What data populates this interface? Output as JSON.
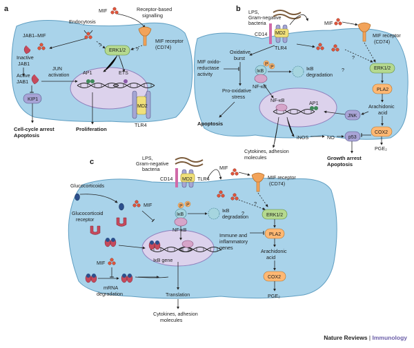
{
  "panels": {
    "a": {
      "letter": "a",
      "labels": {
        "mif": "MIF",
        "receptor_signalling_1": "Receptor-based",
        "receptor_signalling_2": "signalling",
        "endocytosis": "Endocytosis",
        "jab1_mif": "JAB1–MIF",
        "inactive_jab1_1": "Inactive",
        "inactive_jab1_2": "JAB1",
        "active_jab1_1": "Active",
        "active_jab1_2": "JAB1",
        "jun_activation_1": "JUN",
        "jun_activation_2": "activation",
        "erk": "ERK1/2",
        "mif_receptor_1": "MIF receptor",
        "mif_receptor_2": "(CD74)",
        "ap1": "AP1",
        "ets": "ETS",
        "kip1": "KIP1",
        "md2": "MD2",
        "tlr4": "TLR4",
        "q1": "?",
        "q2": "?",
        "outcome1_1": "Cell-cycle arrest",
        "outcome1_2": "Apoptosis",
        "outcome2": "Proliferation"
      }
    },
    "b": {
      "letter": "b",
      "labels": {
        "lps_1": "LPS,",
        "lps_2": "Gram-negative",
        "lps_3": "bacteria",
        "cd14": "CD14",
        "md2": "MD2",
        "tlr4": "TLR4",
        "mif": "MIF",
        "mif_receptor_1": "MIF receptor",
        "mif_receptor_2": "(CD74)",
        "oxidative_1": "Oxidative",
        "oxidative_2": "burst",
        "oxido_1": "MIF oxido-",
        "oxido_2": "reductase",
        "oxido_3": "activity",
        "proox_1": "Pro-oxidative",
        "proox_2": "stress",
        "ikb": "IκB",
        "nfkb": "NF-κB",
        "ikb_deg_1": "IκB",
        "ikb_deg_2": "degradation",
        "nfkb_nuc": "NF-κB",
        "ap1": "AP1",
        "erk": "ERK1/2",
        "pla2": "PLA2",
        "arach_1": "Arachidonic",
        "arach_2": "acid",
        "jnk": "JNK",
        "inos": "iNOS",
        "no": "NO",
        "p53": "p53",
        "cox2": "COX2",
        "p_1": "P",
        "p_2": "P",
        "q1": "?",
        "q2": "?",
        "apoptosis": "Apoptosis",
        "cytokines_1": "Cytokines, adhesion",
        "cytokines_2": "molecules",
        "growth_1": "Growth arrest",
        "growth_2": "Apoptosis",
        "pge2": "PGE₂"
      }
    },
    "c": {
      "letter": "c",
      "labels": {
        "lps_1": "LPS,",
        "lps_2": "Gram-negative",
        "lps_3": "bacteria",
        "cd14": "CD14",
        "md2": "MD2",
        "tlr4": "TLR4",
        "mif_top": "MIF",
        "mif_receptor_1": "MIF receptor",
        "mif_receptor_2": "(CD74)",
        "glucocorticoids": "Glucocorticoids",
        "gc_receptor_1": "Glucocorticoid",
        "gc_receptor_2": "receptor",
        "mif_mid": "MIF",
        "ikb": "IκB",
        "nfkb": "NF-κB",
        "ikb_deg_1": "IκB",
        "ikb_deg_2": "degradation",
        "erk": "ERK1/2",
        "pla2": "PLA2",
        "arach_1": "Arachidonic",
        "arach_2": "acid",
        "cox2": "COX2",
        "ikb_gene": "IκB gene",
        "immune_1": "Immune and",
        "immune_2": "inflammatory",
        "immune_3": "genes",
        "mif_low": "MIF",
        "mrna_1": "mRNA",
        "mrna_2": "degradation",
        "translation": "Translation",
        "cytokines_1": "Cytokines, adhesion",
        "cytokines_2": "molecules",
        "p_1": "P",
        "p_2": "P",
        "q1": "?",
        "q2": "?",
        "pge2": "PGE₂"
      }
    }
  },
  "footer": {
    "journal": "Nature Reviews",
    "separator": "|",
    "subject": "Immunology"
  },
  "colors": {
    "cell_fill": "#a9d3ea",
    "cell_stroke": "#5e9dc1",
    "nucleus_fill": "#dcd2ec",
    "nucleus_stroke": "#8f7fbc",
    "erk_fill": "#b5d98f",
    "box_fill": "#ffb873",
    "mif_dot": "#e0553b",
    "receptor": "#f2a35a",
    "ikb_fill": "#a6d5df",
    "md2_fill": "#f0e07a",
    "tlr_fill": "#a5a6d3",
    "kip_fill": "#a8a4d6",
    "footer_subject": "#6b5ea8"
  }
}
